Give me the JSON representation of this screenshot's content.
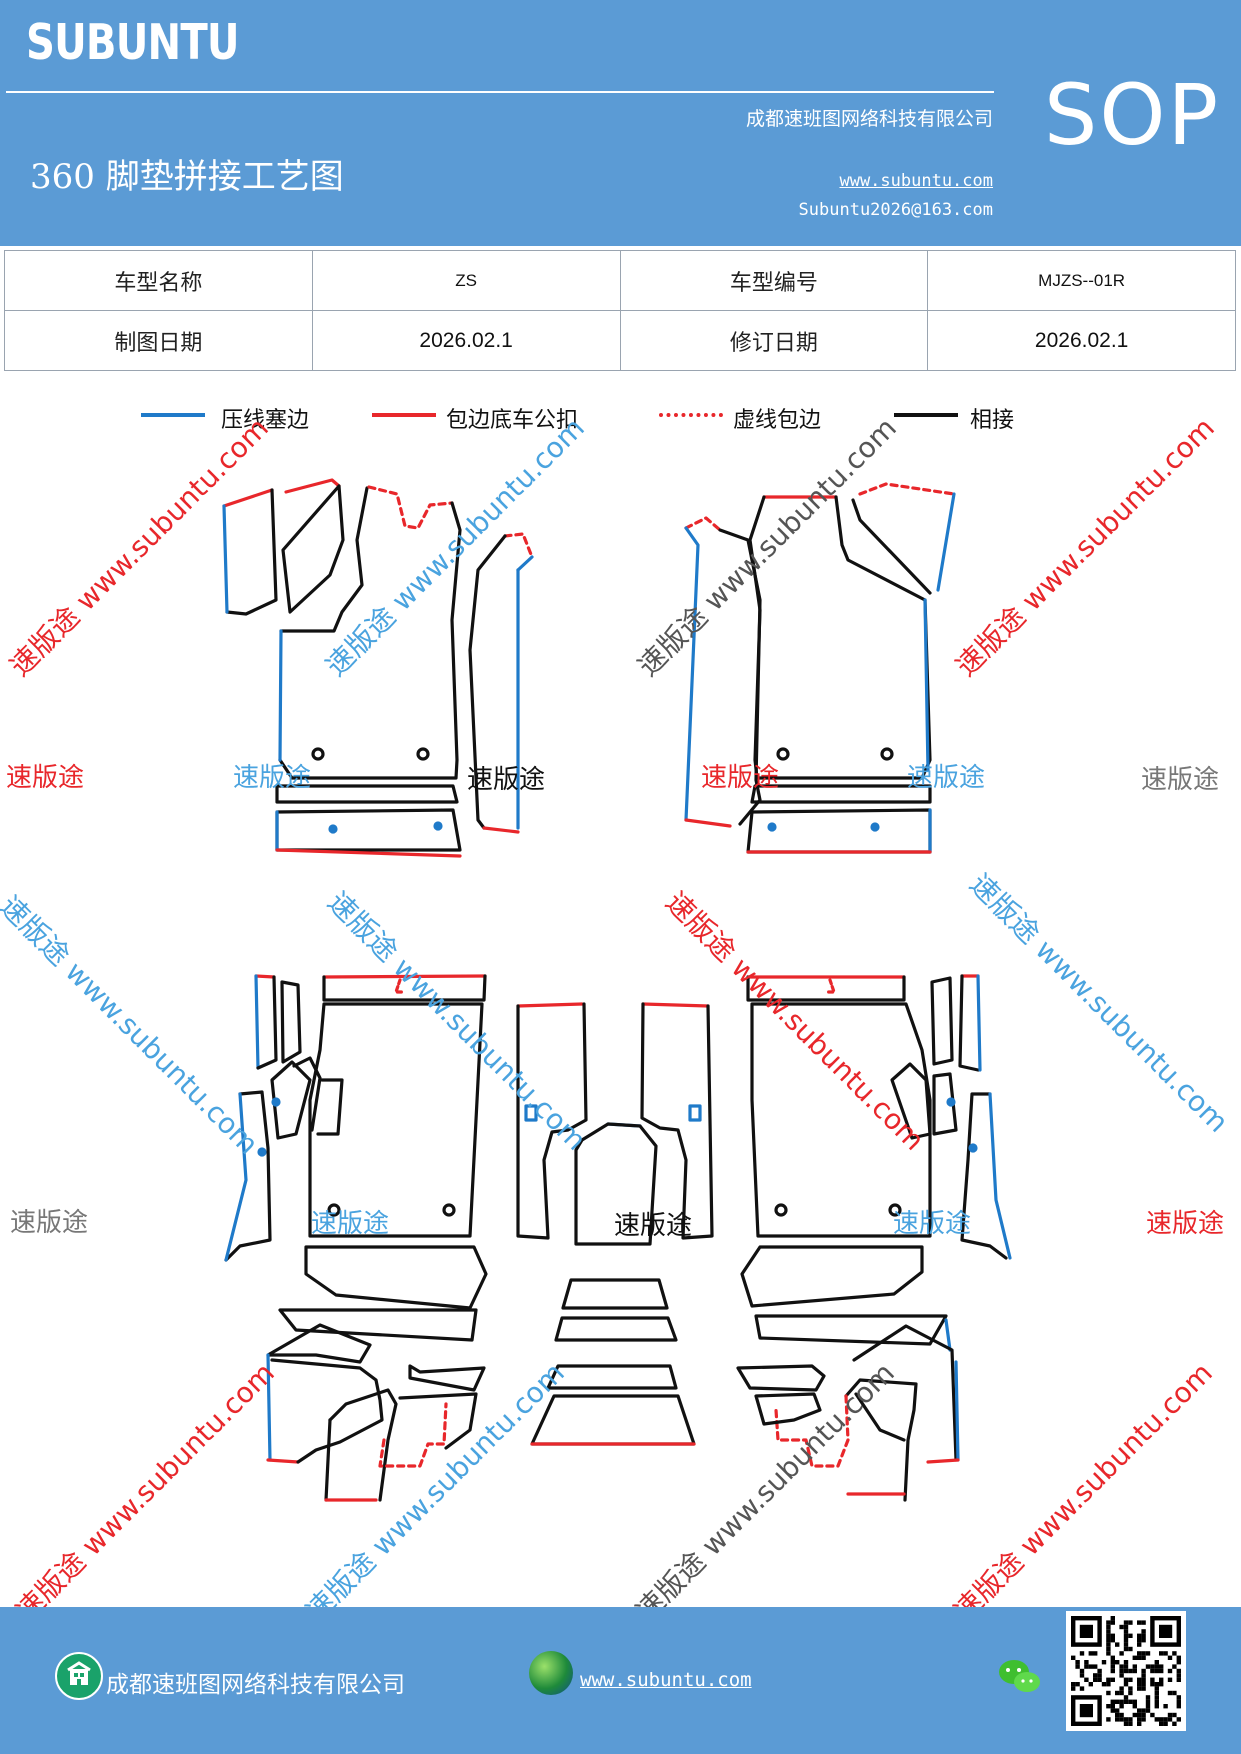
{
  "header": {
    "brand": "SUBUNTU",
    "company": "成都速班图网络科技有限公司",
    "title": "360 脚垫拼接工艺图",
    "website": "www.subuntu.com",
    "email": "Subuntu2026@163.com",
    "sop": "SOP"
  },
  "info": {
    "row1": {
      "label1": "车型名称",
      "value1": "ZS",
      "label2": "车型编号",
      "value2": "MJZS--01R"
    },
    "row2": {
      "label1": "制图日期",
      "value1": "2026.02.1",
      "label2": "修订日期",
      "value2": "2026.02.1"
    }
  },
  "legend": [
    {
      "label": "压线塞边",
      "color": "#1f7ac9",
      "style": "solid"
    },
    {
      "label": "包边底车公扣",
      "color": "#e8272b",
      "style": "solid"
    },
    {
      "label": "虚线包边",
      "color": "#e8272b",
      "style": "dashed"
    },
    {
      "label": "相接",
      "color": "#111111",
      "style": "solid"
    }
  ],
  "watermarks": {
    "text": "速版途",
    "diagonal_text": "速版途 www.subuntu.com"
  },
  "footer": {
    "company": "成都速班图网络科技有限公司",
    "website": "www.subuntu.com ",
    "company_icon": "building-icon",
    "web_icon": "globe-icon",
    "chat_icon": "wechat-icon",
    "qr": "qr-code"
  },
  "colors": {
    "header_bg": "#5b9bd5",
    "blue_edge": "#1f7ac9",
    "red_edge": "#e8272b",
    "joint": "#111111"
  }
}
